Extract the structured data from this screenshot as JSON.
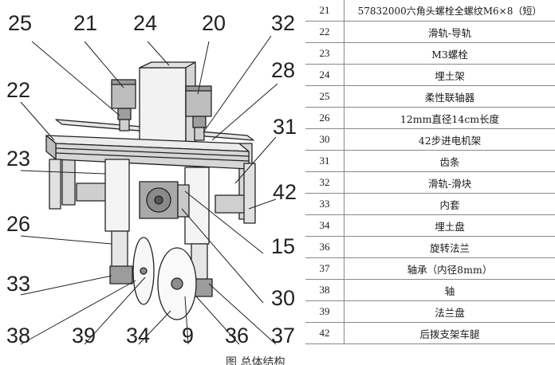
{
  "callouts": {
    "n25": "25",
    "n21": "21",
    "n24": "24",
    "n20": "20",
    "n32": "32",
    "n28": "28",
    "n22": "22",
    "n31": "31",
    "n23": "23",
    "n42": "42",
    "n26": "26",
    "n15": "15",
    "n33": "33",
    "n30": "30",
    "n38": "38",
    "n39": "39",
    "n34": "34",
    "n9": "9",
    "n36": "36",
    "n37": "37"
  },
  "parts_table": [
    {
      "num": "21",
      "desc": "57832000六角头螺栓全螺纹M6×8（短）"
    },
    {
      "num": "22",
      "desc": "滑轨-导轨"
    },
    {
      "num": "23",
      "desc": "M3螺栓"
    },
    {
      "num": "24",
      "desc": "埋土架"
    },
    {
      "num": "25",
      "desc": "柔性联轴器"
    },
    {
      "num": "26",
      "desc": "12mm直径14cm长度"
    },
    {
      "num": "30",
      "desc": "42步进电机架"
    },
    {
      "num": "31",
      "desc": "齿条"
    },
    {
      "num": "32",
      "desc": "滑轨-滑块"
    },
    {
      "num": "33",
      "desc": "内套"
    },
    {
      "num": "34",
      "desc": "埋土盘"
    },
    {
      "num": "36",
      "desc": "旋转法兰"
    },
    {
      "num": "37",
      "desc": "轴承（内径8mm）"
    },
    {
      "num": "38",
      "desc": "轴"
    },
    {
      "num": "39",
      "desc": "法兰盘"
    },
    {
      "num": "42",
      "desc": "后拨支架车腿"
    }
  ],
  "caption": "图  总体结构"
}
